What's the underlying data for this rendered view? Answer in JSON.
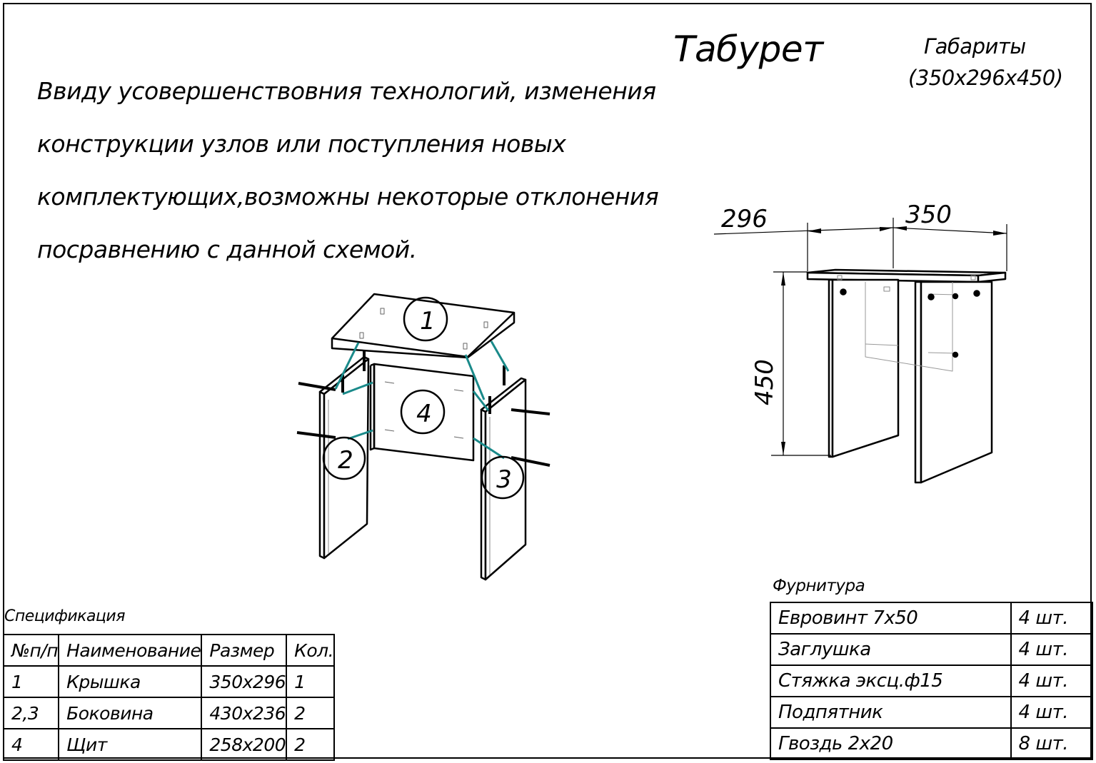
{
  "title": "Табурет",
  "dimensions": {
    "label": "Габариты",
    "value": "(350x296x450)"
  },
  "note_lines": [
    "Ввиду усовершенствовния технологий, изменения",
    "конструкции узлов или поступления новых",
    "комплектующих,возможны некоторые отклонения",
    "посравнению с данной схемой."
  ],
  "drawing": {
    "part_labels": [
      "1",
      "2",
      "3",
      "4"
    ],
    "dim_width": "350",
    "dim_depth": "296",
    "dim_height": "450"
  },
  "spec": {
    "label": "Спецификация",
    "headers": [
      "№п/п",
      "Наименование",
      "Размер",
      "Кол."
    ],
    "rows": [
      [
        "1",
        "Крышка",
        "350x296",
        "1"
      ],
      [
        "2,3",
        "Боковина",
        "430x236",
        "2"
      ],
      [
        "4",
        "Щит",
        "258x200",
        "2"
      ]
    ]
  },
  "hardware": {
    "label": "Фурнитура",
    "rows": [
      [
        "Евровинт 7х50",
        "4 шт."
      ],
      [
        "Заглушка",
        "4 шт."
      ],
      [
        "Стяжка эксц.ф15",
        "4 шт."
      ],
      [
        "Подпятник",
        "4 шт."
      ],
      [
        "Гвоздь 2х20",
        "8 шт."
      ]
    ]
  },
  "colors": {
    "ink": "#000000",
    "connector": "#1a8a8a"
  }
}
